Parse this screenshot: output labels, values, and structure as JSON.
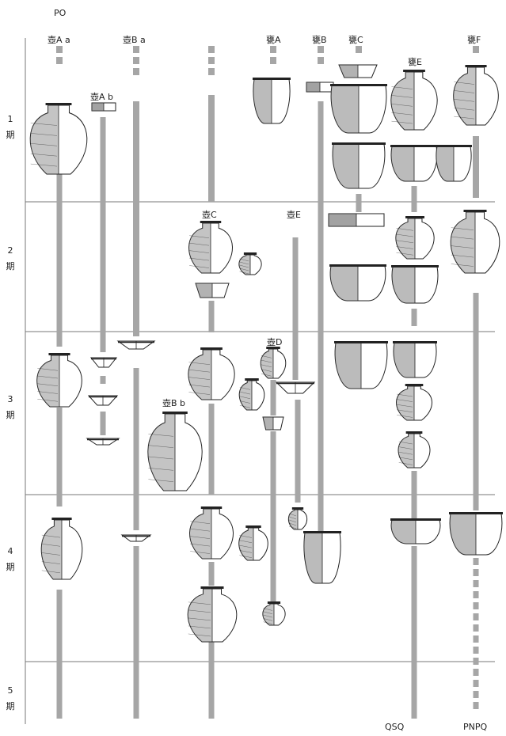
{
  "top_note": "PO",
  "columns": [
    {
      "key": "tsubo-aa",
      "label": "壺A a"
    },
    {
      "key": "tsubo-ab",
      "label": "壺A b"
    },
    {
      "key": "tsubo-ba",
      "label": "壺B a"
    },
    {
      "key": "tsubo-bb",
      "label": "壺B b"
    },
    {
      "key": "tsubo-c",
      "label": "壺C"
    },
    {
      "key": "tsubo-d",
      "label": "壺D"
    },
    {
      "key": "tsubo-e",
      "label": "壺E"
    },
    {
      "key": "kame-a",
      "label": "甕A"
    },
    {
      "key": "kame-b",
      "label": "甕B"
    },
    {
      "key": "kame-c",
      "label": "甕C"
    },
    {
      "key": "kame-e",
      "label": "甕E"
    },
    {
      "key": "kame-f",
      "label": "甕F"
    }
  ],
  "periods": [
    {
      "num": "1",
      "suffix": "期"
    },
    {
      "num": "2",
      "suffix": "期"
    },
    {
      "num": "3",
      "suffix": "期"
    },
    {
      "num": "4",
      "suffix": "期"
    },
    {
      "num": "5",
      "suffix": "期"
    }
  ],
  "bottom_notes": {
    "left": "QSQ",
    "right": "PNPQ"
  },
  "colors": {
    "bar": "#a6a6a6",
    "line": "#777777",
    "ink": "#222222",
    "fill": "#555555"
  }
}
